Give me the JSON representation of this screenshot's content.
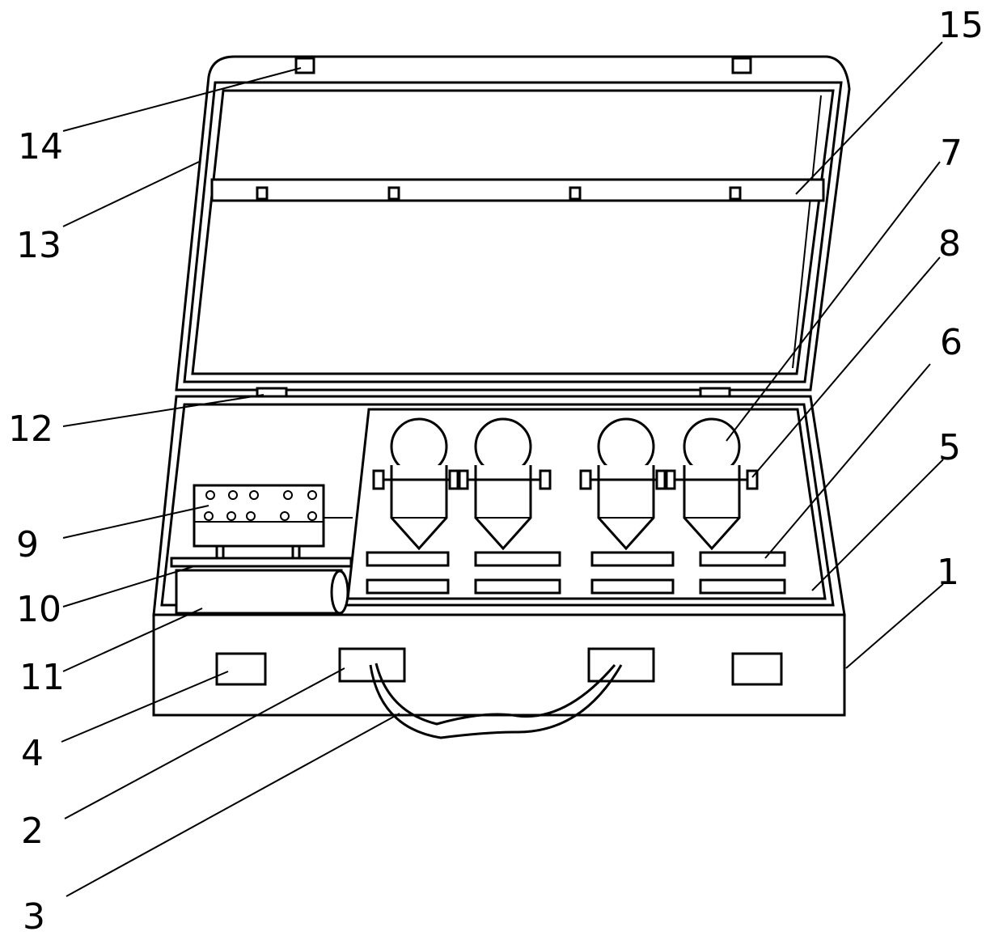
{
  "diagram": {
    "callouts": [
      {
        "id": "1",
        "text": "1"
      },
      {
        "id": "2",
        "text": "2"
      },
      {
        "id": "3",
        "text": "3"
      },
      {
        "id": "4",
        "text": "4"
      },
      {
        "id": "5",
        "text": "5"
      },
      {
        "id": "6",
        "text": "6"
      },
      {
        "id": "7",
        "text": "7"
      },
      {
        "id": "8",
        "text": "8"
      },
      {
        "id": "9",
        "text": "9"
      },
      {
        "id": "10",
        "text": "10"
      },
      {
        "id": "11",
        "text": "11"
      },
      {
        "id": "12",
        "text": "12"
      },
      {
        "id": "13",
        "text": "13"
      },
      {
        "id": "14",
        "text": "14"
      },
      {
        "id": "15",
        "text": "15"
      }
    ],
    "colors": {
      "line": "#000000",
      "background": "#ffffff"
    }
  }
}
